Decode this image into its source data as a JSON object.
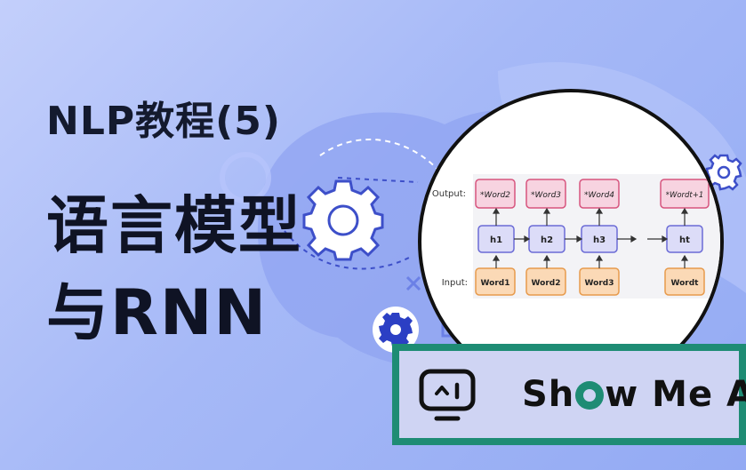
{
  "thumbnail": {
    "title_line1": "NLP教程(5)",
    "title_line2": "语言模型",
    "title_line3": "与RNN"
  },
  "diagram": {
    "output_label": "Output:",
    "input_label": "Input:",
    "outputs": [
      "*Word2",
      "*Word3",
      "*Word4",
      "*Wordt+1"
    ],
    "hidden": [
      "h1",
      "h2",
      "h3",
      "ht"
    ],
    "inputs": [
      "Word1",
      "Word2",
      "Word3",
      "Wordt"
    ],
    "colors": {
      "output_fill": "#f7d3e0",
      "output_border": "#d7547e",
      "hidden_fill": "#dcdcf8",
      "hidden_border": "#6b6bd6",
      "input_fill": "#fbd9b6",
      "input_border": "#e79a4c"
    }
  },
  "brand": {
    "name_pre": "Sh",
    "name_post": "w Me AI",
    "icon": "robot-face-icon",
    "accent": "#1e8c74"
  },
  "icons": [
    "gear-icon",
    "gear-icon",
    "gear-icon",
    "close-icon"
  ]
}
